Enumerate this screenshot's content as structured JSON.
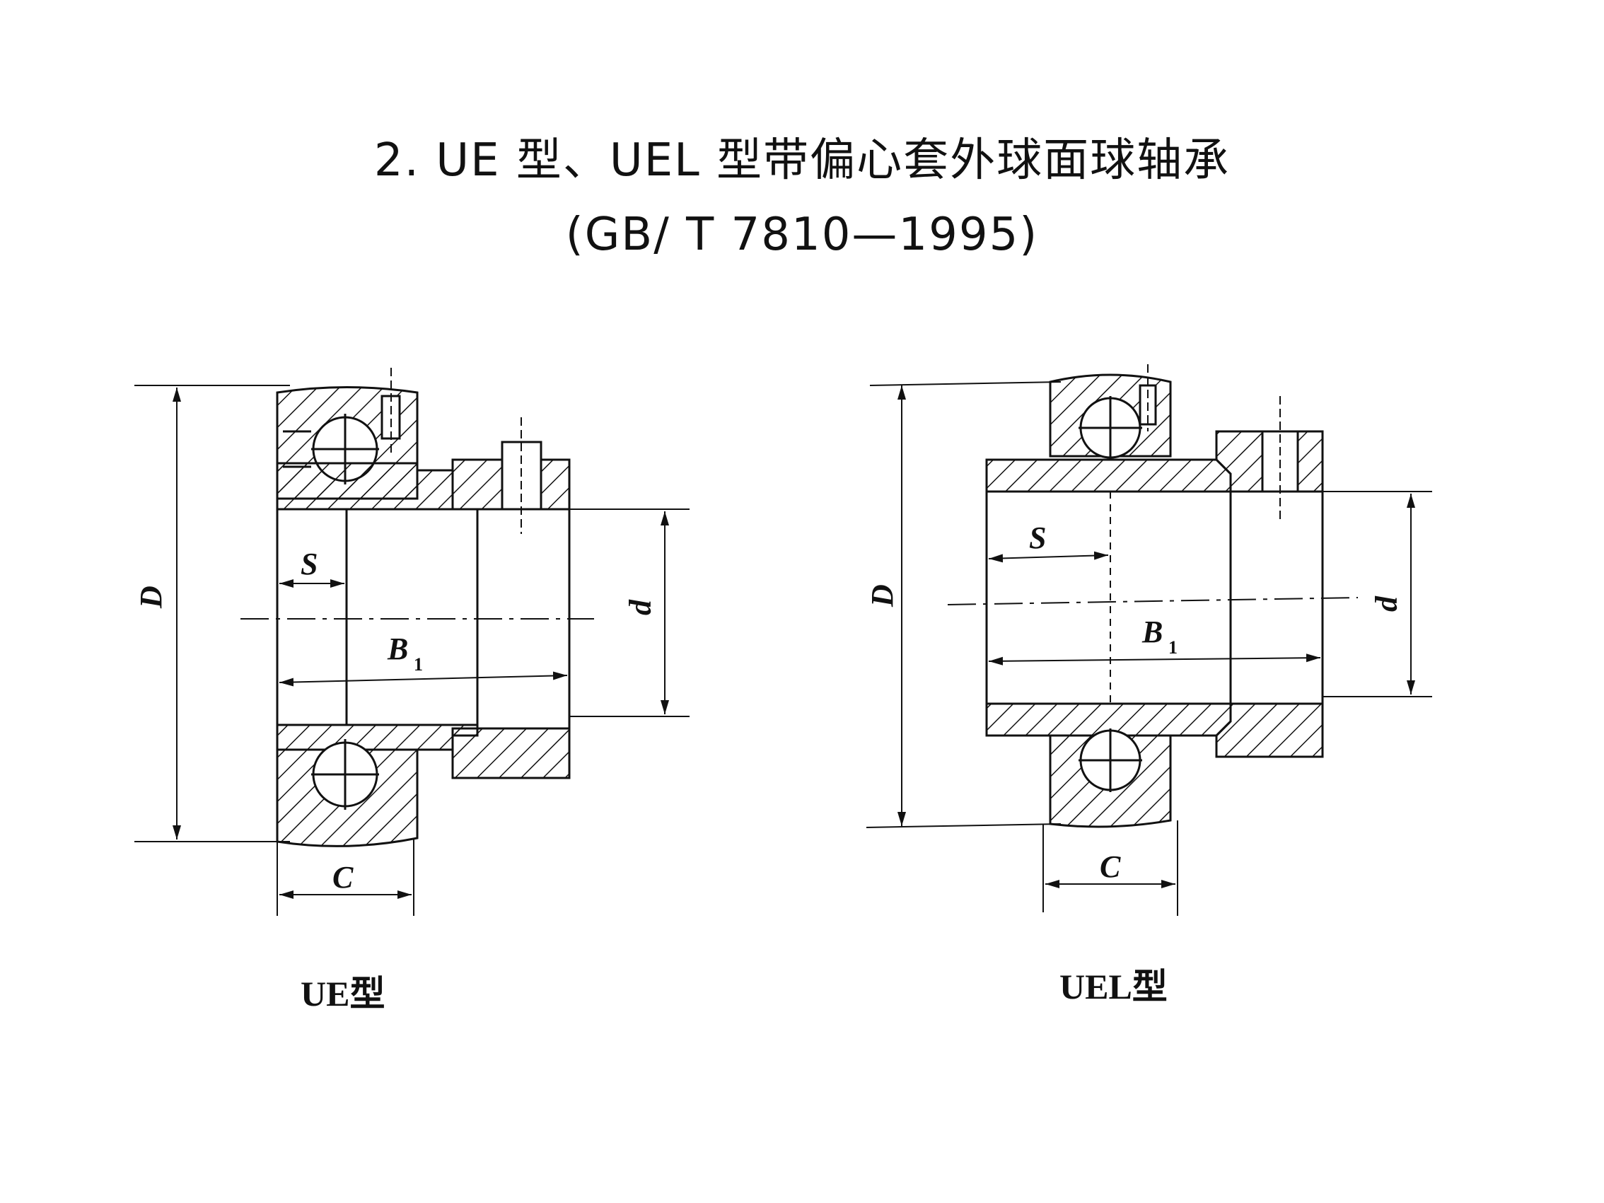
{
  "title": {
    "line1": "2. UE 型、UEL 型带偏心套外球面球轴承",
    "line2": "(GB/ T 7810—1995)"
  },
  "figures": [
    {
      "caption": "UE型",
      "labels": {
        "D": "D",
        "S": "S",
        "B": "B",
        "B_sub": "1",
        "d": "d",
        "C": "C"
      }
    },
    {
      "caption": "UEL型",
      "labels": {
        "D": "D",
        "S": "S",
        "B": "B",
        "B_sub": "1",
        "d": "d",
        "C": "C"
      }
    }
  ]
}
